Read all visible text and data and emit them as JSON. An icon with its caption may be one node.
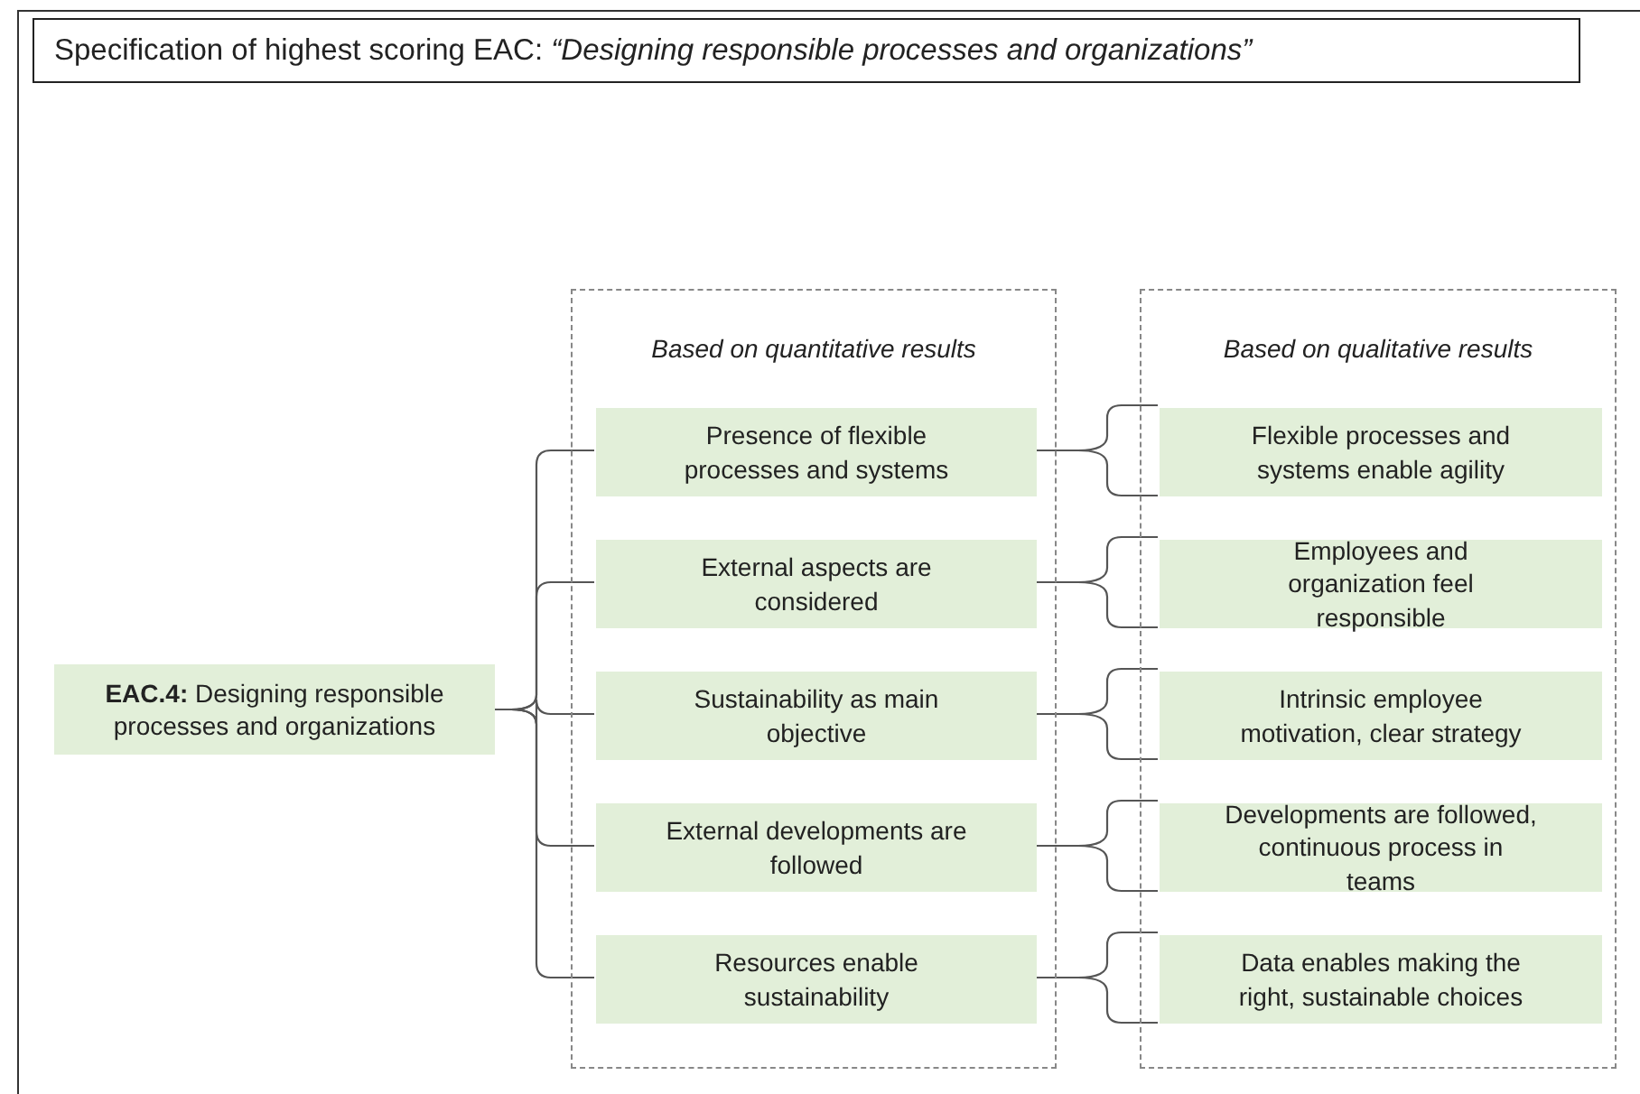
{
  "diagram": {
    "title": "Specification of highest scoring EAC: *“Designing responsible processes and organizations”*",
    "nodes": [
      {
        "text": [
          "Based on quantitative results"
        ]
      },
      {
        "text": [
          "Presence of flexible processes and systems"
        ],
        "in": 0
      },
      {
        "text": [
          "External aspects are considered"
        ],
        "in": 0
      },
      {
        "text": [
          "Sustainability as main objective"
        ],
        "in": 0
      },
      {
        "text": [
          "External developments are followed"
        ],
        "in": 0
      },
      {
        "text": [
          "Resources enable sustainability"
        ],
        "in": 0
      },
      {
        "text": [
          "Based on qualitative results"
        ]
      },
      {
        "text": [
          "Flexible processes and systems enable agility"
        ],
        "in": 6
      },
      {
        "text": [
          "Employees and organization feel responsible"
        ],
        "in": 6
      },
      {
        "text": [
          "Intrinsic employee motivation, clear strategy"
        ],
        "in": 6
      },
      {
        "text": [
          "Developments are followed, continuous process in teams"
        ],
        "in": 6
      },
      {
        "text": [
          "Data enables making the right, sustainable choices"
        ],
        "in": 6
      },
      {
        "text": [
          "**EAC.4:** Designing responsible processes and organizations"
        ]
      }
    ],
    "edges": [
      {
        "from": 12,
        "to": 1,
        "arrow": "none"
      },
      {
        "from": 12,
        "to": 2,
        "arrow": "none"
      },
      {
        "from": 12,
        "to": 3,
        "arrow": "none"
      },
      {
        "from": 12,
        "to": 4,
        "arrow": "none"
      },
      {
        "from": 12,
        "to": 5,
        "arrow": "none"
      },
      {
        "from": 1,
        "to": 7,
        "arrow": "none"
      },
      {
        "from": 2,
        "to": 8,
        "arrow": "none"
      },
      {
        "from": 3,
        "to": 9,
        "arrow": "none"
      },
      {
        "from": 4,
        "to": 10,
        "arrow": "none"
      },
      {
        "from": 5,
        "to": 11,
        "arrow": "none"
      }
    ]
  }
}
